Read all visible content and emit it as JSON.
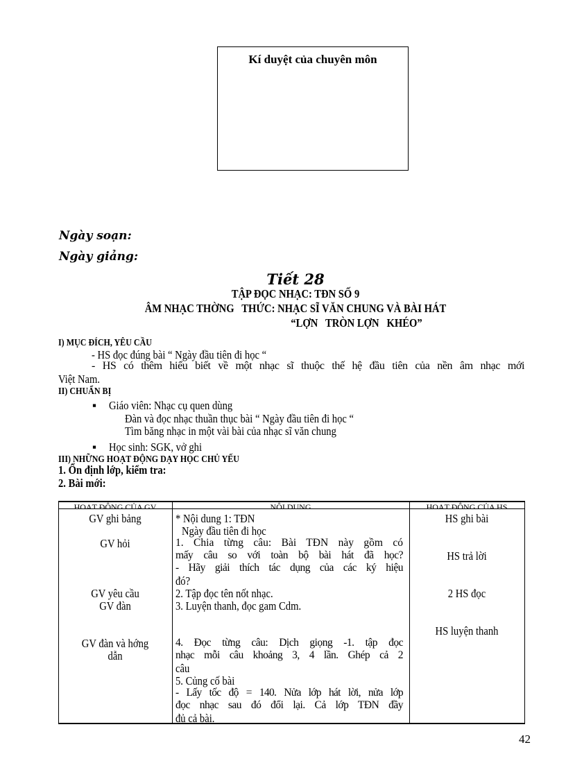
{
  "approval_box": {
    "title": "Kí duyệt của chuyên môn"
  },
  "dates": {
    "prepared": "Ngày soạn:",
    "taught": "Ngày giảng:"
  },
  "lesson": {
    "period": "Tiết 28",
    "title_lines": [
      "TẬP ĐỌC NHẠC: TĐN SỐ 9",
      "ÂM NHẠC THỜNG   THỨC: NHẠC SĨ VĂN CHUNG VÀ BÀI HÁT",
      "“LỢN   TRÒN LỢN   KHÉO”"
    ]
  },
  "section1": {
    "heading": "I) MỤC ĐÍCH, YÊU CẦU",
    "lines": [
      "- HS đọc đúng bài “ Ngày đầu tiên đi học “",
      "- HS có thêm hiểu biết về một nhạc sĩ thuộc thế hệ đầu tiên của nền âm nhạc mới",
      "Việt Nam."
    ]
  },
  "section2": {
    "heading": "II) CHUẨN BỊ",
    "teacher": "Giáo viên: Nhạc cụ quen dùng",
    "teacher_sub": [
      "Đàn và đọc nhạc thuần thục bài “ Ngày đầu tiên đi học “",
      "Tìm băng nhạc in một vài bài của nhạc sĩ văn chung"
    ],
    "student": "Học sinh: SGK, vở ghi"
  },
  "section3": {
    "heading": "III) NHỮNG HOẠT ĐỘNG DẠY HỌC CHỦ YẾU",
    "step1": "1. Ổn định lớp, kiểm tra:",
    "step2": "2. Bài mới:"
  },
  "table": {
    "headers": [
      "HOẠT ĐỘNG CỦA GV",
      "NỘI DUNG",
      "HOẠT ĐỘNG CỦA HS"
    ],
    "teacher": [
      "GV ghi bảng",
      "GV hỏi",
      "GV yêu cầu",
      "GV đàn",
      "GV đàn và hớng",
      "dẫn"
    ],
    "content": [
      "* Nội dung 1: TĐN",
      "Ngày đầu tiên đi học",
      "1. Chia từng câu: Bài TĐN này gồm có",
      "mấy câu so với toàn bộ bài hát đã học?",
      "- Hãy giải thích tác dụng của các ký hiệu",
      "đó?",
      "2. Tập đọc tên nốt nhạc.",
      "3. Luyện thanh, đọc gam Cdm.",
      "4. Đọc từng câu: Dịch giọng -1. tập đọc",
      "nhạc mỗi câu khoảng 3, 4 lần. Ghép cả 2",
      "câu",
      "5. Củng cố bài",
      "- Lấy tốc độ = 140. Nửa lớp hát lời, nửa lớp",
      "đọc nhạc sau đó đổi lại. Cả lớp TĐN đầy",
      "đủ cả bài."
    ],
    "student": [
      "HS ghi bài",
      "HS trả lời",
      "2 HS đọc",
      "HS luyện thanh"
    ]
  },
  "page_number": "42"
}
